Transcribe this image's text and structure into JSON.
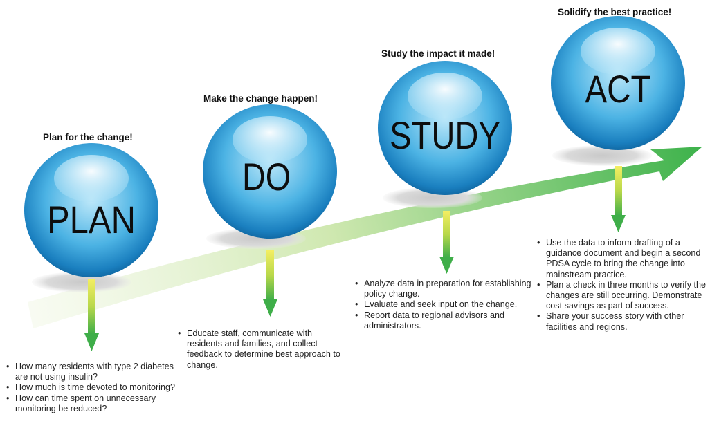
{
  "stages": [
    {
      "key": "plan",
      "word": "PLAN",
      "caption": "Plan for the change!",
      "bullets": [
        "How many residents with type 2 diabetes are not using insulin?",
        "How much is time devoted to monitoring?",
        "How can time spent on unnecessary monitoring be reduced?"
      ]
    },
    {
      "key": "do",
      "word": "DO",
      "caption": "Make the change happen!",
      "bullets": [
        "Educate staff, communicate with residents and families, and collect feedback to determine best approach to change."
      ]
    },
    {
      "key": "study",
      "word": "STUDY",
      "caption": "Study the impact it made!",
      "bullets": [
        "Analyze data in preparation for establishing policy change.",
        "Evaluate and seek input on the change.",
        "Report data to regional advisors and administrators."
      ]
    },
    {
      "key": "act",
      "word": "ACT",
      "caption": "Solidify the best practice!",
      "bullets": [
        "Use the data to inform drafting of a guidance document and begin a second PDSA cycle to bring the change into mainstream practice.",
        "Plan a check in three months to verify the changes are still occurring. Demonstrate cost savings as part of success.",
        "Share your success story with other facilities and regions."
      ]
    }
  ],
  "colors": {
    "orb_light": "#cdeefb",
    "orb_mid": "#4fb6e6",
    "orb_dark": "#0b5f96",
    "arrow_start": "#f2f8e6",
    "arrow_end": "#39b54a",
    "connector_top": "#f2ec5a",
    "connector_bottom": "#3fae49",
    "shadow": "#d4d4d4"
  }
}
